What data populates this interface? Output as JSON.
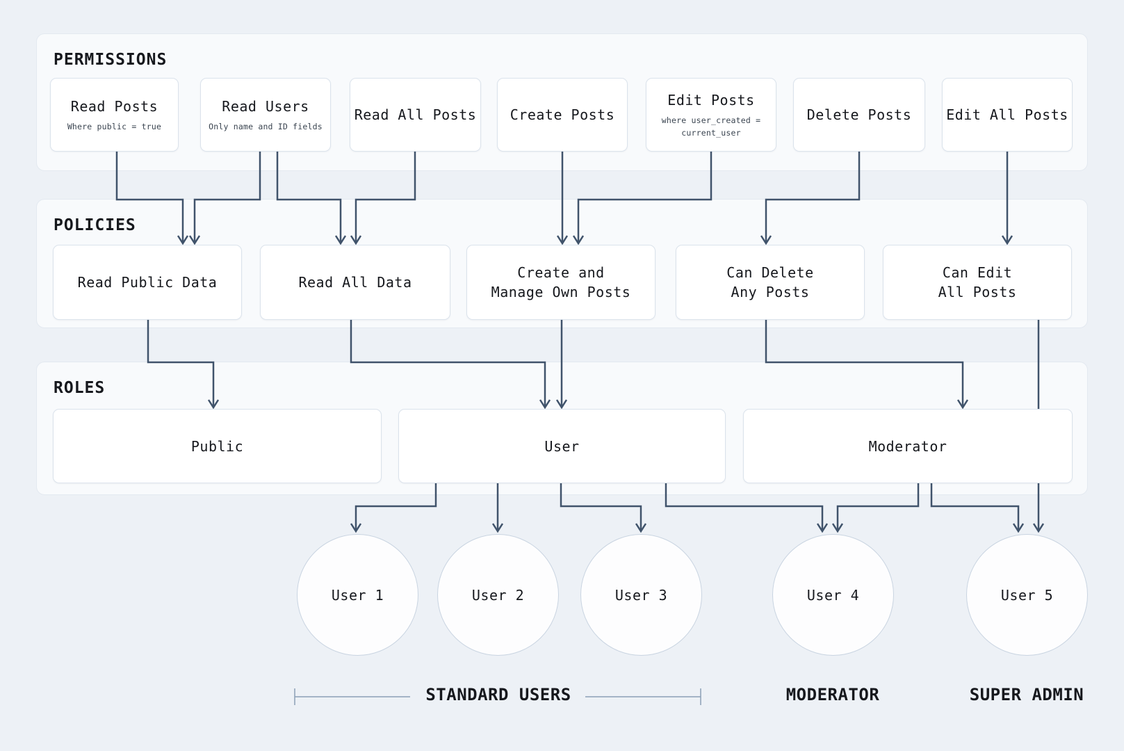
{
  "colors": {
    "background": "#edf1f6",
    "panel": "#f8fafc",
    "panel_border": "#e3e9f0",
    "node": "#ffffff",
    "node_border": "#dbe3ec",
    "arrow": "#40536b",
    "text": "#16181d",
    "subtext": "#3a4450",
    "bracket": "#8ba0b5",
    "circle": "#fdfdfe",
    "circle_border": "#c9d4e1"
  },
  "sections": {
    "permissions": {
      "heading": "PERMISSIONS",
      "nodes": [
        {
          "title": "Read Posts",
          "subtitle": "Where public = true"
        },
        {
          "title": "Read Users",
          "subtitle": "Only name and ID fields"
        },
        {
          "title": "Read All Posts"
        },
        {
          "title": "Create Posts"
        },
        {
          "title": "Edit Posts",
          "subtitle": "where user_created =\ncurrent_user"
        },
        {
          "title": "Delete Posts"
        },
        {
          "title": "Edit All Posts"
        }
      ]
    },
    "policies": {
      "heading": "POLICIES",
      "nodes": [
        {
          "title": "Read Public Data"
        },
        {
          "title": "Read All Data"
        },
        {
          "title": "Create and\nManage Own Posts"
        },
        {
          "title": "Can Delete\nAny Posts"
        },
        {
          "title": "Can Edit\nAll Posts"
        }
      ]
    },
    "roles": {
      "heading": "ROLES",
      "nodes": [
        {
          "title": "Public"
        },
        {
          "title": "User"
        },
        {
          "title": "Moderator"
        }
      ]
    }
  },
  "users": [
    {
      "name": "User 1"
    },
    {
      "name": "User 2"
    },
    {
      "name": "User 3"
    },
    {
      "name": "User 4"
    },
    {
      "name": "User 5"
    }
  ],
  "group_labels": {
    "standard": "STANDARD USERS",
    "moderator": "MODERATOR",
    "super_admin": "SUPER ADMIN"
  }
}
